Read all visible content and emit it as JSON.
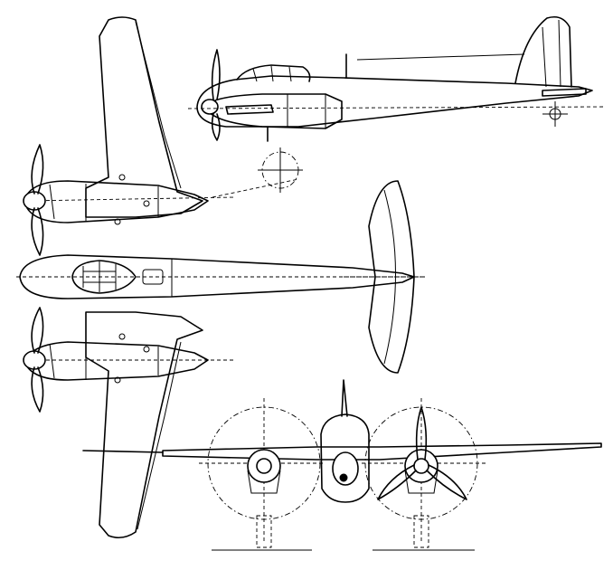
{
  "drawing": {
    "views": [
      "plan-view",
      "side-view",
      "front-view"
    ],
    "colors": {
      "ink": "#000000",
      "paper": "#ffffff"
    }
  }
}
